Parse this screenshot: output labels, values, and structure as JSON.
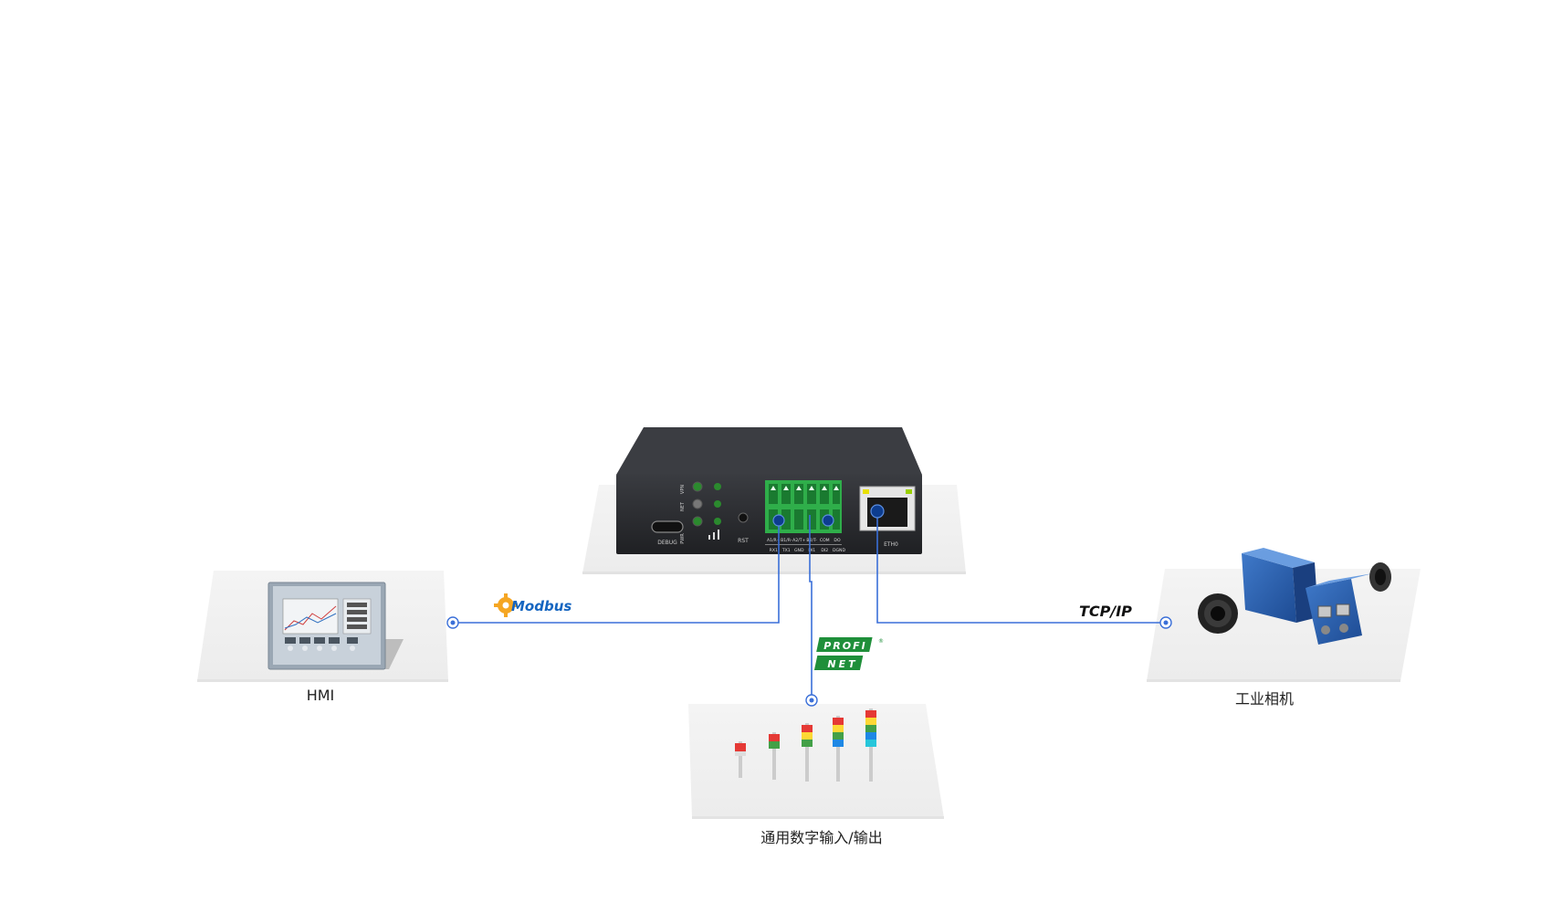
{
  "devices": {
    "hmi_label": "HMI",
    "camera_label": "工业相机",
    "io_label": "通用数字输入/输出"
  },
  "protocols": {
    "modbus": "Modbus",
    "tcpip": "TCP/IP",
    "profinet_top": "PROFI",
    "profinet_bottom": "NET"
  },
  "gateway": {
    "led_labels": [
      "VPN",
      "NET",
      "PWR"
    ],
    "port_debug": "DEBUG",
    "port_rst": "RST",
    "port_eth": "ETH0",
    "terminal_top": [
      "A1/R+",
      "B1/R-",
      "A2/T+",
      "B2/T-",
      "COM",
      "DO"
    ],
    "terminal_bottom": [
      "RX1",
      "TX1",
      "GND",
      "DI1",
      "DI2",
      "DGND"
    ]
  },
  "colors": {
    "link_line": "#3a6fd8",
    "terminal_green": "#2fae4a",
    "gateway_body": "#2b2d31",
    "modbus_orange": "#f5a623",
    "profinet_green": "#1f8f3a"
  }
}
